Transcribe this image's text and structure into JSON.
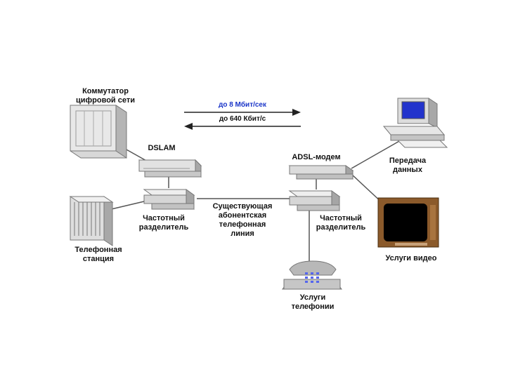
{
  "labels": {
    "digital_switch": "Коммутатор\nцифровой сети",
    "dslam": "DSLAM",
    "phone_station": "Телефонная\nстанция",
    "splitter_left": "Частотный\nразделитель",
    "line": "Существующая\nабонентская\nтелефонная\nлиния",
    "adsl_modem": "ADSL-модем",
    "splitter_right": "Частотный\nразделитель",
    "data_transfer": "Передача\nданных",
    "video_services": "Услуги видео",
    "telephony": "Услуги\nтелефонии"
  },
  "speeds": {
    "down": "до 8 Мбит/сек",
    "up": "до 640 Кбит/с"
  },
  "colors": {
    "down_text": "#1a35c8",
    "up_text": "#111111",
    "line": "#555555",
    "device_light": "#e6e6e6",
    "device_mid": "#c9c9c9",
    "device_dark": "#8a8a8a",
    "screen_blue": "#2233cc",
    "tv_wood": "#8b5a2b"
  }
}
